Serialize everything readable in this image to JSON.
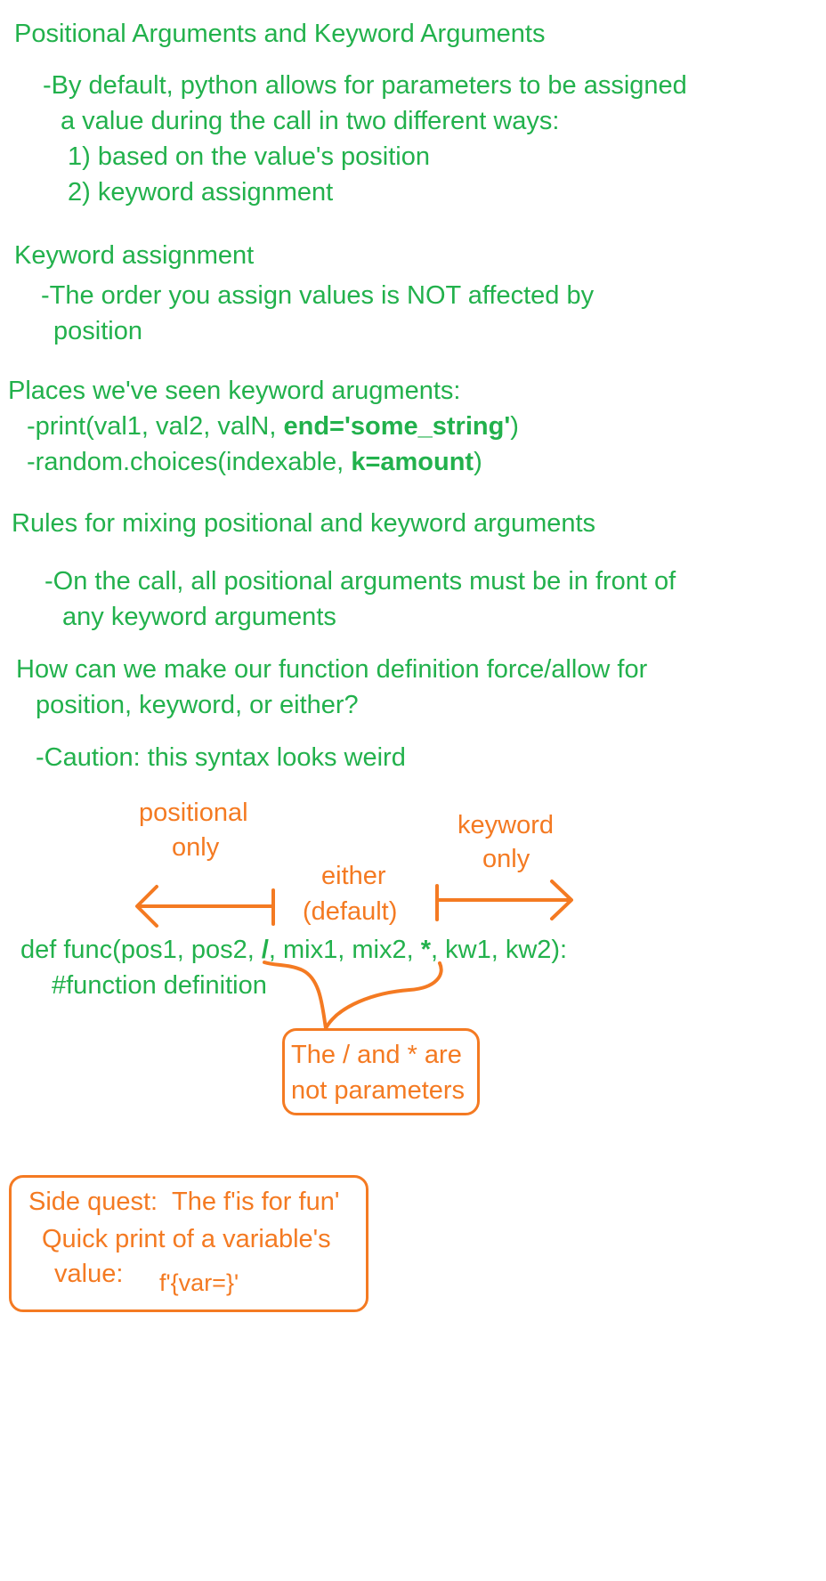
{
  "colors": {
    "green": "#22b14c",
    "orange": "#f47a22"
  },
  "sections": {
    "heading1": "Positional Arguments and Keyword Arguments",
    "default_line1": "-By default, python allows for parameters to be assigned",
    "default_line2": "a value during the call in two different ways:",
    "default_item1": "1) based on the value's position",
    "default_item2": "2) keyword assignment",
    "heading2": "Keyword assignment",
    "order_line1": "-The order you assign values is NOT affected by",
    "order_line2": "position",
    "heading3": "Places we've seen keyword arugments:",
    "print_pre": "-print(val1, val2, valN, ",
    "print_bold": "end='some_string'",
    "print_post": ")",
    "choices_pre": "-random.choices(indexable, ",
    "choices_bold": "k=amount",
    "choices_post": ")",
    "heading4": "Rules for mixing positional and keyword arguments",
    "rule_line1": "-On the call, all positional arguments must be in front of",
    "rule_line2": "any keyword arguments",
    "question_line1": "How can we make our function definition force/allow for",
    "question_line2": "position, keyword, or either?",
    "caution": "-Caution: this syntax looks weird"
  },
  "diagram": {
    "positional_line1": "positional",
    "positional_line2": "only",
    "either_line1": "either",
    "either_line2": "(default)",
    "keyword_line1": "keyword",
    "keyword_line2": "only",
    "def_part1": "def func(pos1, pos2, ",
    "def_slash": "/",
    "def_part2": ", mix1, mix2, ",
    "def_star": "*",
    "def_part3": ", kw1, kw2):",
    "comment": "#function definition",
    "note_line1": "The / and * are",
    "note_line2": "not parameters"
  },
  "side_quest": {
    "label": "Side quest:",
    "title": "The f'is for fun'",
    "line2": "Quick print of a variable's",
    "line3": "value:",
    "code": "f'{var=}'"
  }
}
